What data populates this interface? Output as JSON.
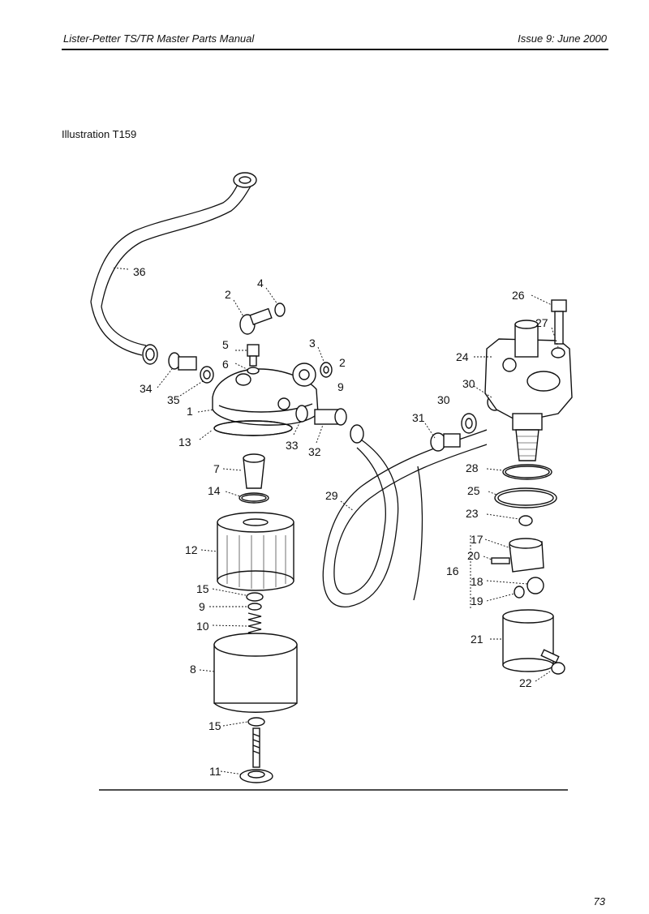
{
  "header": {
    "title": "Lister-Petter TS/TR Master Parts Manual",
    "issue": "Issue 9: June 2000"
  },
  "caption": "Illustration T159",
  "page_number": "73",
  "callouts": {
    "c1": "1",
    "c2": "2",
    "c3": "3",
    "c4": "4",
    "c5": "5",
    "c6": "6",
    "c7": "7",
    "c8": "8",
    "c9": "9",
    "c9b": "9",
    "c10": "10",
    "c11": "11",
    "c12": "12",
    "c13": "13",
    "c14": "14",
    "c15": "15",
    "c15b": "15",
    "c16": "16",
    "c17": "17",
    "c18": "18",
    "c19": "19",
    "c20": "20",
    "c21": "21",
    "c22": "22",
    "c23": "23",
    "c24": "24",
    "c25": "25",
    "c26": "26",
    "c27": "27",
    "c28": "28",
    "c29": "29",
    "c30": "30",
    "c30b": "30",
    "c31": "31",
    "c32": "32",
    "c33": "33",
    "c34": "34",
    "c35": "35",
    "c36": "36",
    "c2b": "2"
  }
}
